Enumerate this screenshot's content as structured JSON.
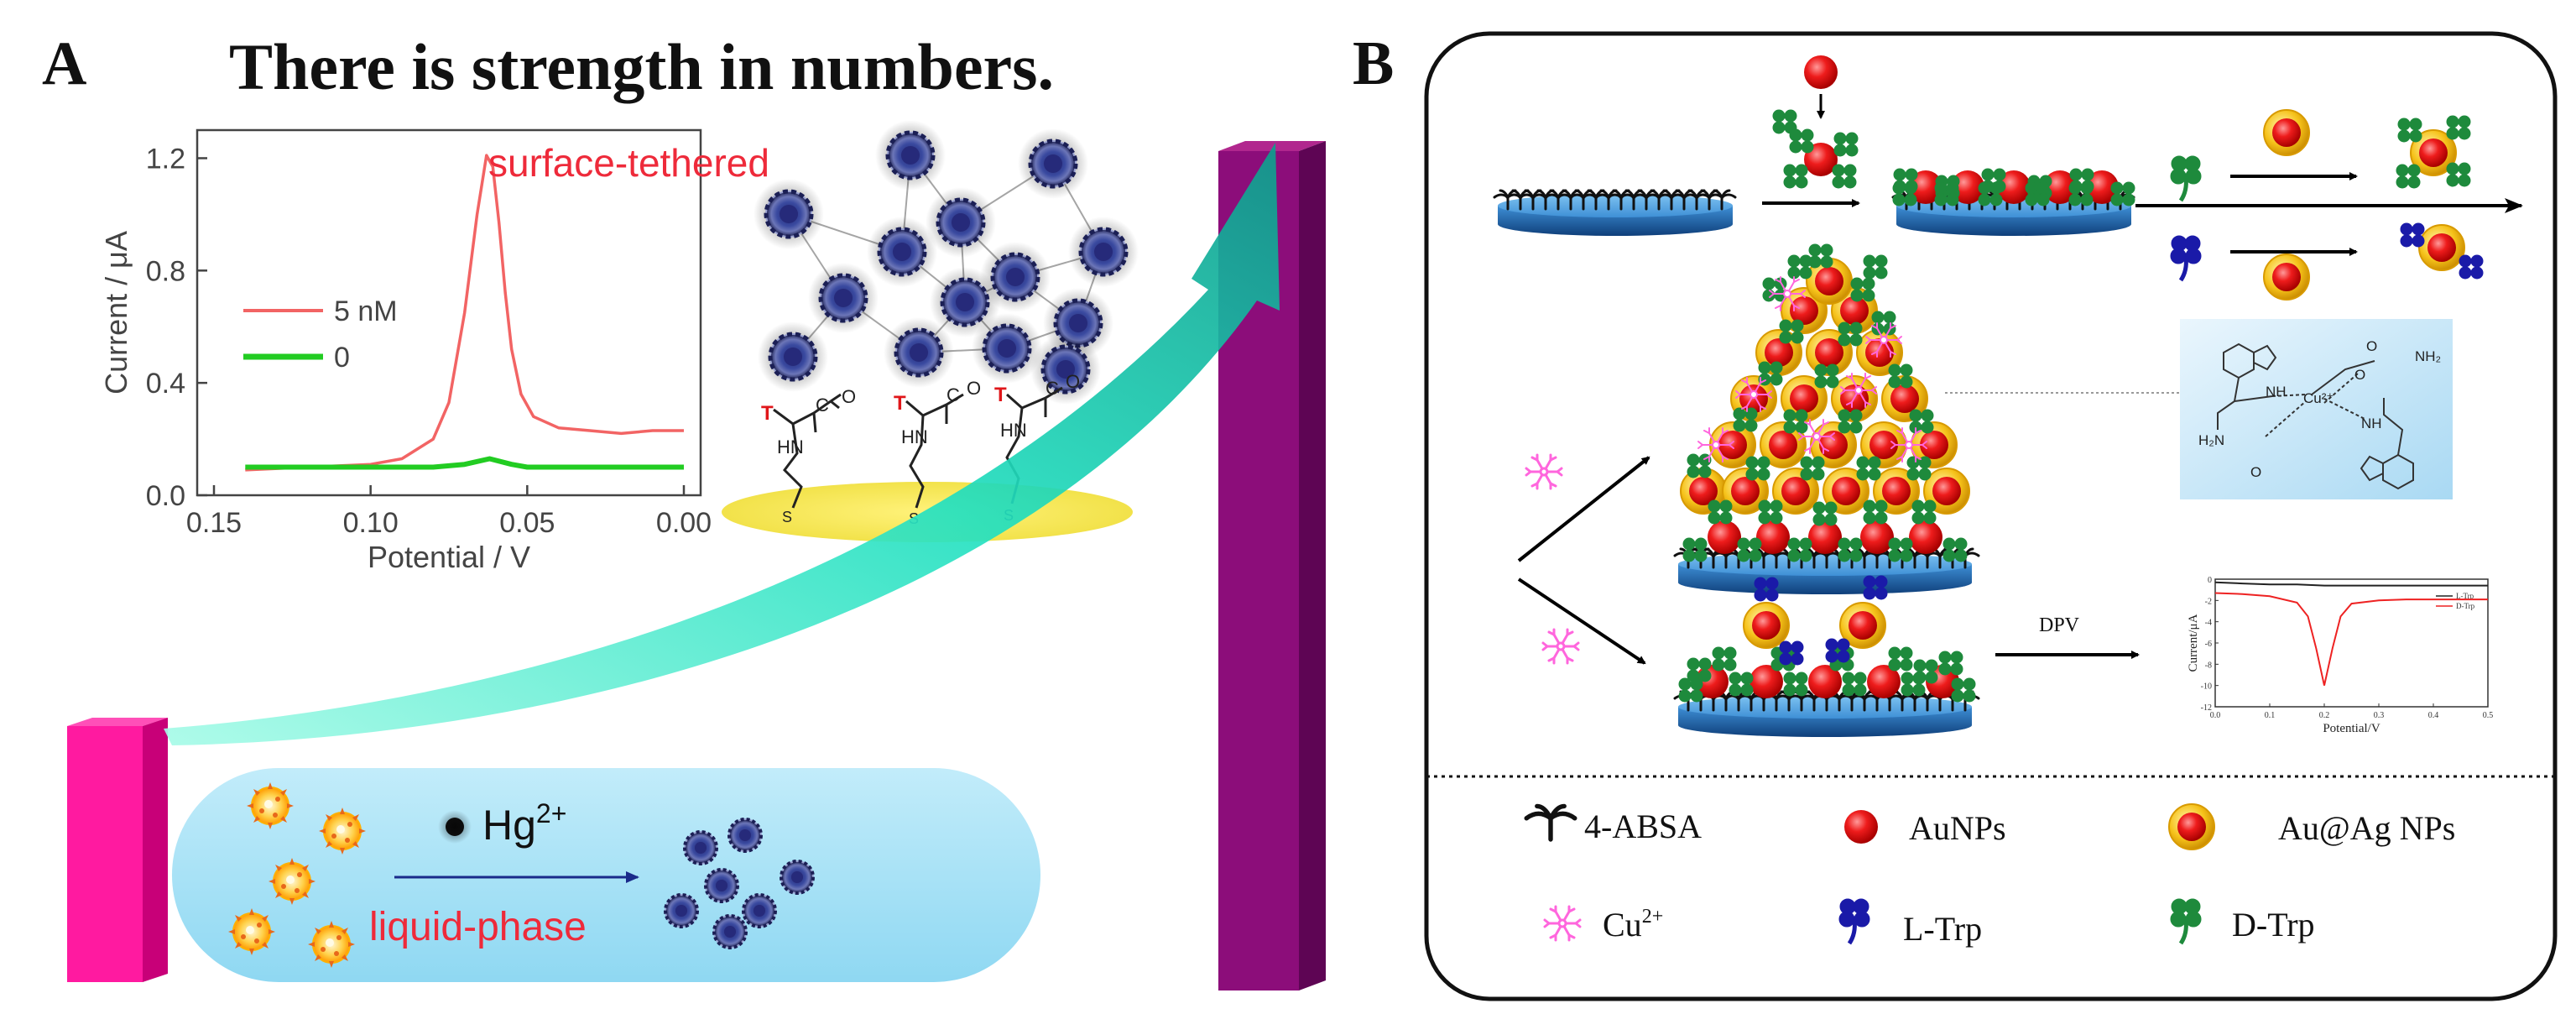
{
  "panel_a": {
    "letter": "A",
    "headline": "There is strength in numbers.",
    "surface_label": "surface-tethered",
    "liquid_label": "liquid-phase",
    "ion_label": "Hg",
    "ion_charge": "2+",
    "linker_letter": "T",
    "linker_atom_o": "O",
    "linker_atom_c": "C",
    "linker_atom_hn": "HN",
    "linker_atom_s": "S"
  },
  "panel_b": {
    "letter": "B",
    "dpv_label": "DPV",
    "legend": {
      "absa": "4-ABSA",
      "aunps": "AuNPs",
      "auag": "Au@Ag  NPs",
      "cu": "Cu",
      "cu_charge": "2+",
      "ltrp": "L-Trp",
      "dtrp": "D-Trp"
    },
    "complex": {
      "nh_top": "NH",
      "nh_bottom": "NH",
      "nh2_left": "H₂N",
      "nh2_right": "NH₂",
      "cu": "Cu²⁺",
      "o": "O"
    },
    "colors": {
      "red": "#ee1c1c",
      "gold": "#f6c21a",
      "green": "#1e8a3c",
      "blue": "#1a1aa8",
      "pink": "#ff66dd",
      "disc": "#3e8fd6"
    }
  },
  "chart_data": [
    {
      "type": "line",
      "title": "",
      "xlabel": "Potential / V",
      "ylabel": "Current / μA",
      "xlim": [
        0.15,
        0.0
      ],
      "ylim": [
        0.0,
        1.3
      ],
      "x_ticks": [
        "0.15",
        "0.10",
        "0.05",
        "0.00"
      ],
      "y_ticks": [
        "0.0",
        "0.4",
        "0.8",
        "1.2"
      ],
      "legend_position": "left",
      "series": [
        {
          "name": "5 nM",
          "color": "#f26464",
          "x": [
            0.14,
            0.12,
            0.1,
            0.09,
            0.08,
            0.075,
            0.07,
            0.066,
            0.063,
            0.061,
            0.059,
            0.057,
            0.055,
            0.052,
            0.048,
            0.04,
            0.03,
            0.02,
            0.01,
            0.0
          ],
          "y": [
            0.09,
            0.1,
            0.11,
            0.13,
            0.2,
            0.33,
            0.65,
            1.0,
            1.21,
            1.17,
            0.97,
            0.72,
            0.52,
            0.36,
            0.28,
            0.24,
            0.23,
            0.22,
            0.23,
            0.23
          ]
        },
        {
          "name": "0",
          "color": "#22cc22",
          "x": [
            0.14,
            0.12,
            0.1,
            0.08,
            0.07,
            0.062,
            0.055,
            0.05,
            0.04,
            0.03,
            0.02,
            0.01,
            0.0
          ],
          "y": [
            0.1,
            0.1,
            0.1,
            0.1,
            0.11,
            0.13,
            0.11,
            0.1,
            0.1,
            0.1,
            0.1,
            0.1,
            0.1
          ]
        }
      ]
    },
    {
      "type": "line",
      "title": "",
      "xlabel": "Potential/V",
      "ylabel": "Current/μA",
      "xlim": [
        0.0,
        0.5
      ],
      "ylim": [
        -12,
        0
      ],
      "x_ticks": [
        "0.0",
        "0.1",
        "0.2",
        "0.3",
        "0.4",
        "0.5"
      ],
      "y_ticks": [
        "0",
        "-2",
        "-4",
        "-6",
        "-8",
        "-10",
        "-12"
      ],
      "legend_position": "top-right",
      "series": [
        {
          "name": "L-Trp",
          "color": "#222222",
          "x": [
            0.0,
            0.05,
            0.1,
            0.15,
            0.2,
            0.25,
            0.3,
            0.35,
            0.4,
            0.45,
            0.5
          ],
          "y": [
            -0.3,
            -0.4,
            -0.5,
            -0.5,
            -0.6,
            -0.6,
            -0.6,
            -0.6,
            -0.6,
            -0.6,
            -0.6
          ]
        },
        {
          "name": "D-Trp",
          "color": "#ee2222",
          "x": [
            0.0,
            0.05,
            0.1,
            0.15,
            0.17,
            0.185,
            0.2,
            0.215,
            0.23,
            0.25,
            0.3,
            0.35,
            0.4,
            0.45,
            0.5
          ],
          "y": [
            -1.3,
            -1.4,
            -1.6,
            -2.2,
            -3.5,
            -6.5,
            -10.0,
            -6.5,
            -3.5,
            -2.3,
            -2.0,
            -1.9,
            -1.9,
            -1.9,
            -1.9
          ]
        }
      ]
    }
  ]
}
